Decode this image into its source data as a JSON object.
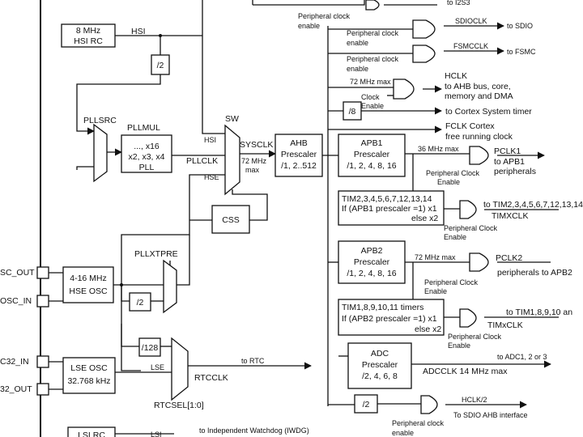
{
  "hsi": {
    "line1": "8 MHz",
    "line2": "HSI RC",
    "signal": "HSI"
  },
  "div2_top": "/2",
  "pllsrc": "PLLSRC",
  "pllmul": {
    "title": "PLLMUL",
    "line1": "..., x16",
    "line2": "x2, x3, x4",
    "line3": "PLL"
  },
  "pllclk": "PLLCLK",
  "sw": {
    "title": "SW",
    "hsi": "HSI",
    "hse": "HSE"
  },
  "sysclk": {
    "label": "SYSCLK",
    "max1": "72 MHz",
    "max2": "max"
  },
  "ahb": {
    "line1": "AHB",
    "line2": "Prescaler",
    "line3": "/1, 2..512"
  },
  "css": "CSS",
  "top": {
    "to_i2s": "to I2S3",
    "periph_clock": "Peripheral clock",
    "enable": "enable"
  },
  "sdio": {
    "gate_label1": "Peripheral clock",
    "gate_label2": "enable",
    "signal": "SDIOCLK",
    "dest": "to SDIO"
  },
  "fsmc": {
    "gate_label1": "Peripheral clock",
    "gate_label2": "enable",
    "signal": "FSMCCLK",
    "dest": "to FSMC"
  },
  "hclk": {
    "max": "72 MHz max",
    "clock": "Clock",
    "enable": "Enable",
    "name": "HCLK",
    "dest1": "to AHB bus, core,",
    "dest2": "memory and DMA"
  },
  "div8": "/8",
  "cortex_timer": "to Cortex System timer",
  "fclk": {
    "line1": "FCLK Cortex",
    "line2": "free running clock"
  },
  "apb1": {
    "line1": "APB1",
    "line2": "Prescaler",
    "line3": "/1, 2, 4, 8, 16",
    "max": "36 MHz max",
    "out": "PCLK1",
    "dest1": "to APB1",
    "dest2": "peripherals",
    "gate1": "Peripheral Clock",
    "gate2": "Enable"
  },
  "tim_apb1": {
    "line1": "TIM2,3,4,5,6,7,12,13,14",
    "line2": "If (APB1 prescaler =1) x1",
    "line3": "else  x2",
    "dest": "to TIM2,3,4,5,6,7,12,13,14",
    "out": "TIMXCLK",
    "gate1": "Peripheral Clock",
    "gate2": "Enable"
  },
  "apb2": {
    "line1": "APB2",
    "line2": "Prescaler",
    "line3": "/1, 2, 4, 8, 16",
    "max": "72 MHz max",
    "out": "PCLK2",
    "dest": "peripherals to APB2",
    "gate1": "Peripheral Clock",
    "gate2": "Enable"
  },
  "tim_apb2": {
    "line1": "TIM1,8,9,10,11 timers",
    "line2": "If (APB2 prescaler =1) x1",
    "line3": "else x2",
    "dest": "to TIM1,8,9,10 an",
    "out": "TIMxCLK",
    "gate1": "Peripheral Clock",
    "gate2": "Enable"
  },
  "adc": {
    "line1": "ADC",
    "line2": "Prescaler",
    "line3": "/2, 4, 6, 8",
    "dest": "to ADC1, 2 or 3",
    "out": "ADCCLK 14 MHz max"
  },
  "sdio_ahb": {
    "div": "/2",
    "out": "HCLK/2",
    "dest": "To SDIO AHB interface",
    "gate1": "Peripheral clock",
    "gate2": "enable"
  },
  "hse": {
    "line1": "4-16 MHz",
    "line2": "HSE OSC",
    "pin_out": "SC_OUT",
    "pin_in": "OSC_IN"
  },
  "pllxtpre": "PLLXTPRE",
  "div2_hse": "/2",
  "div128": "/128",
  "lse": {
    "line1": "LSE OSC",
    "line2": "32.768 kHz",
    "pin_in": "C32_IN",
    "pin_out": "32_OUT",
    "signal": "LSE"
  },
  "rtc": {
    "dest": "to RTC",
    "out": "RTCCLK",
    "sel": "RTCSEL[1:0]"
  },
  "lsi": {
    "box": "LSI RC",
    "signal": "LSI",
    "dest": "to Independent Watchdog (IWDG)"
  }
}
